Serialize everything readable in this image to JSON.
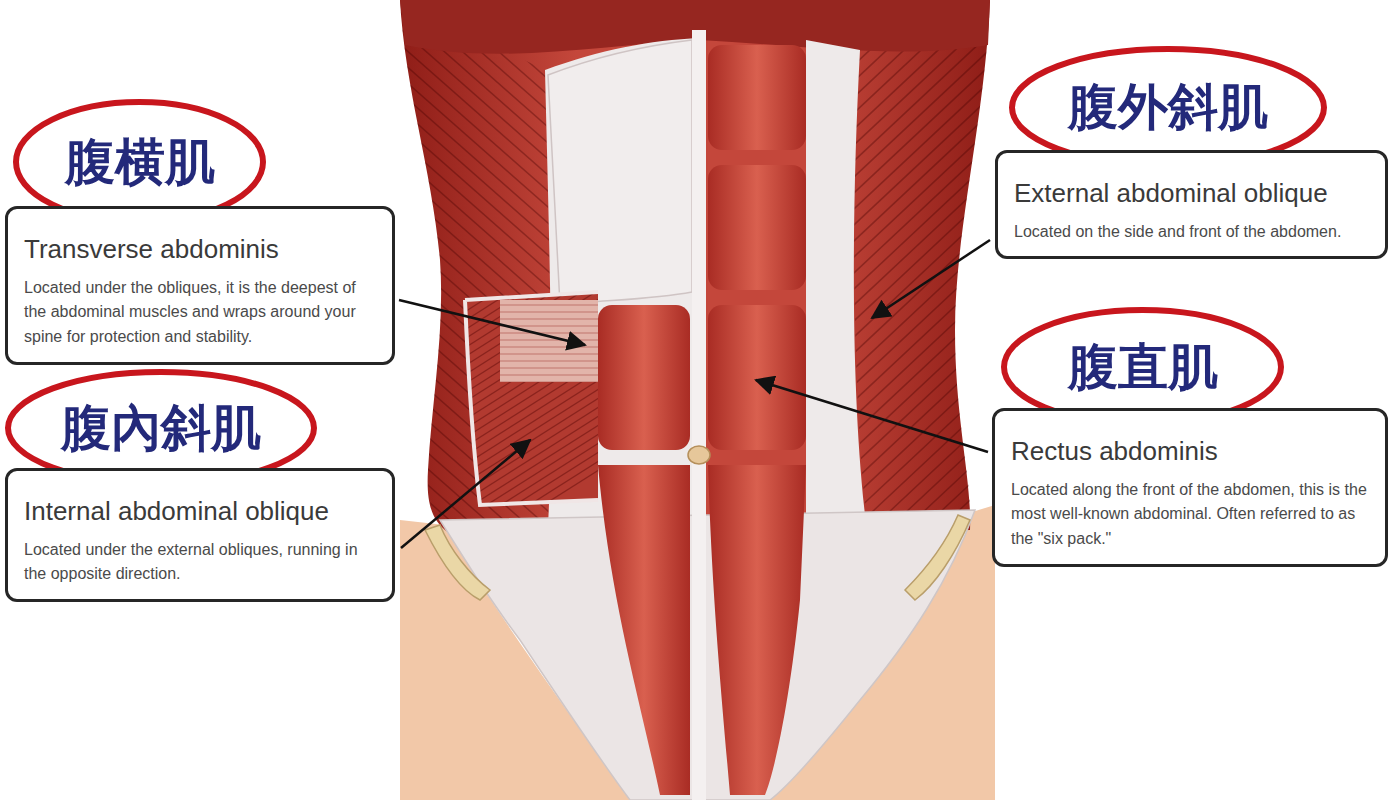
{
  "diagram": {
    "nodes": [
      {
        "text": [
          "腹横肌"
        ]
      },
      {
        "text": [
          "Transverse abdominis",
          "Located under the obliques, it is the deepest of the abdominal muscles and wraps around your spine for protection and stability."
        ]
      },
      {
        "text": [
          "腹內斜肌"
        ]
      },
      {
        "text": [
          "Internal abdominal oblique",
          "Located under the external obliques, running in the opposite direction."
        ]
      },
      {
        "text": [
          "腹外斜肌"
        ]
      },
      {
        "text": [
          "External abdominal oblique",
          "Located on the side and front of the abdomen."
        ]
      },
      {
        "text": [
          "腹直肌"
        ]
      },
      {
        "text": [
          "Rectus abdominis",
          "Located along the front of the abdomen, this is the most well-known abdominal. Often referred to as the \"six pack.\""
        ]
      }
    ]
  }
}
